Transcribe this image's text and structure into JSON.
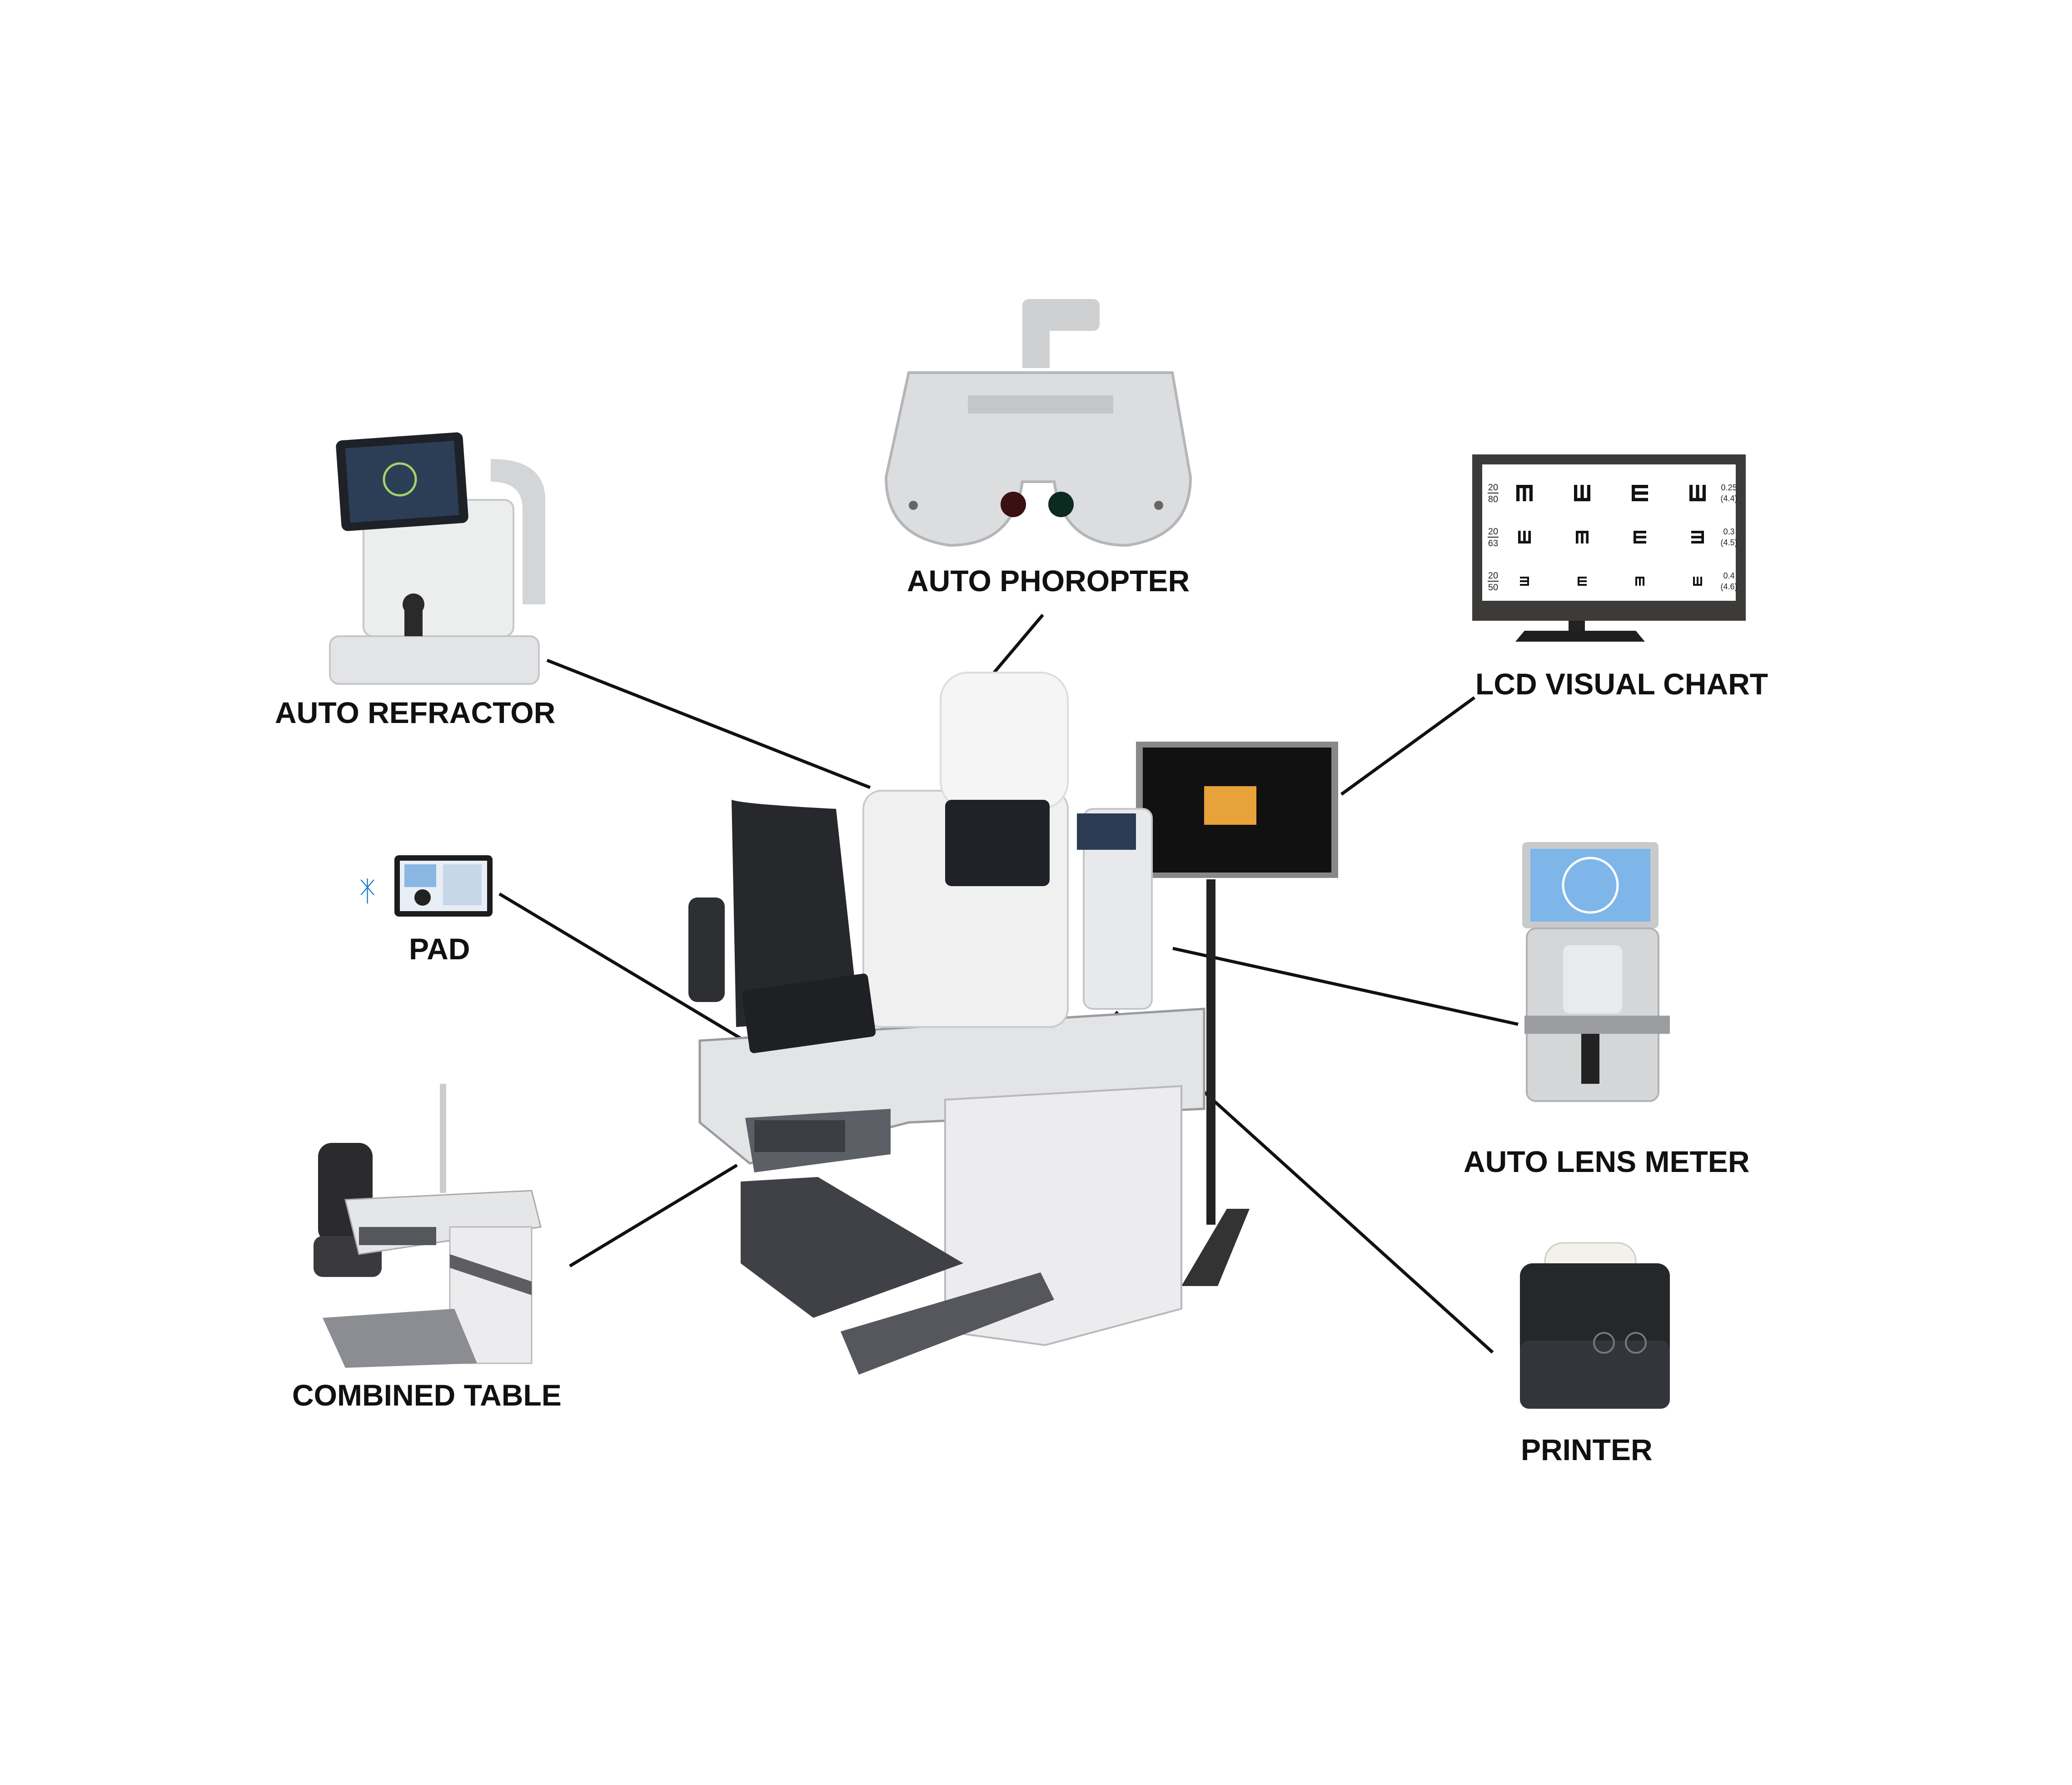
{
  "labels": {
    "auto_phoropter": "AUTO PHOROPTER",
    "lcd_visual_chart": "LCD VISUAL CHART",
    "auto_refractor": "AUTO REFRACTOR",
    "pad": "PAD",
    "auto_lens_meter": "AUTO LENS METER",
    "combined_table": "COMBINED TABLE",
    "printer": "PRINTER"
  },
  "visual_chart": {
    "rows": [
      {
        "num": "20",
        "den": "80",
        "decimal": "0.25",
        "log": "(4.4)",
        "optotypes": [
          "down",
          "up",
          "right",
          "up"
        ]
      },
      {
        "num": "20",
        "den": "63",
        "decimal": "0.3",
        "log": "(4.5)",
        "optotypes": [
          "up",
          "down",
          "right",
          "left"
        ]
      },
      {
        "num": "20",
        "den": "50",
        "decimal": "0.4",
        "log": "(4.6)",
        "optotypes": [
          "left",
          "right",
          "down",
          "up"
        ]
      }
    ]
  },
  "colors": {
    "line": "#111111",
    "device_light": "#e6e7e9",
    "device_dark": "#2b2b2e",
    "accent_screen": "#1a1a1a"
  }
}
